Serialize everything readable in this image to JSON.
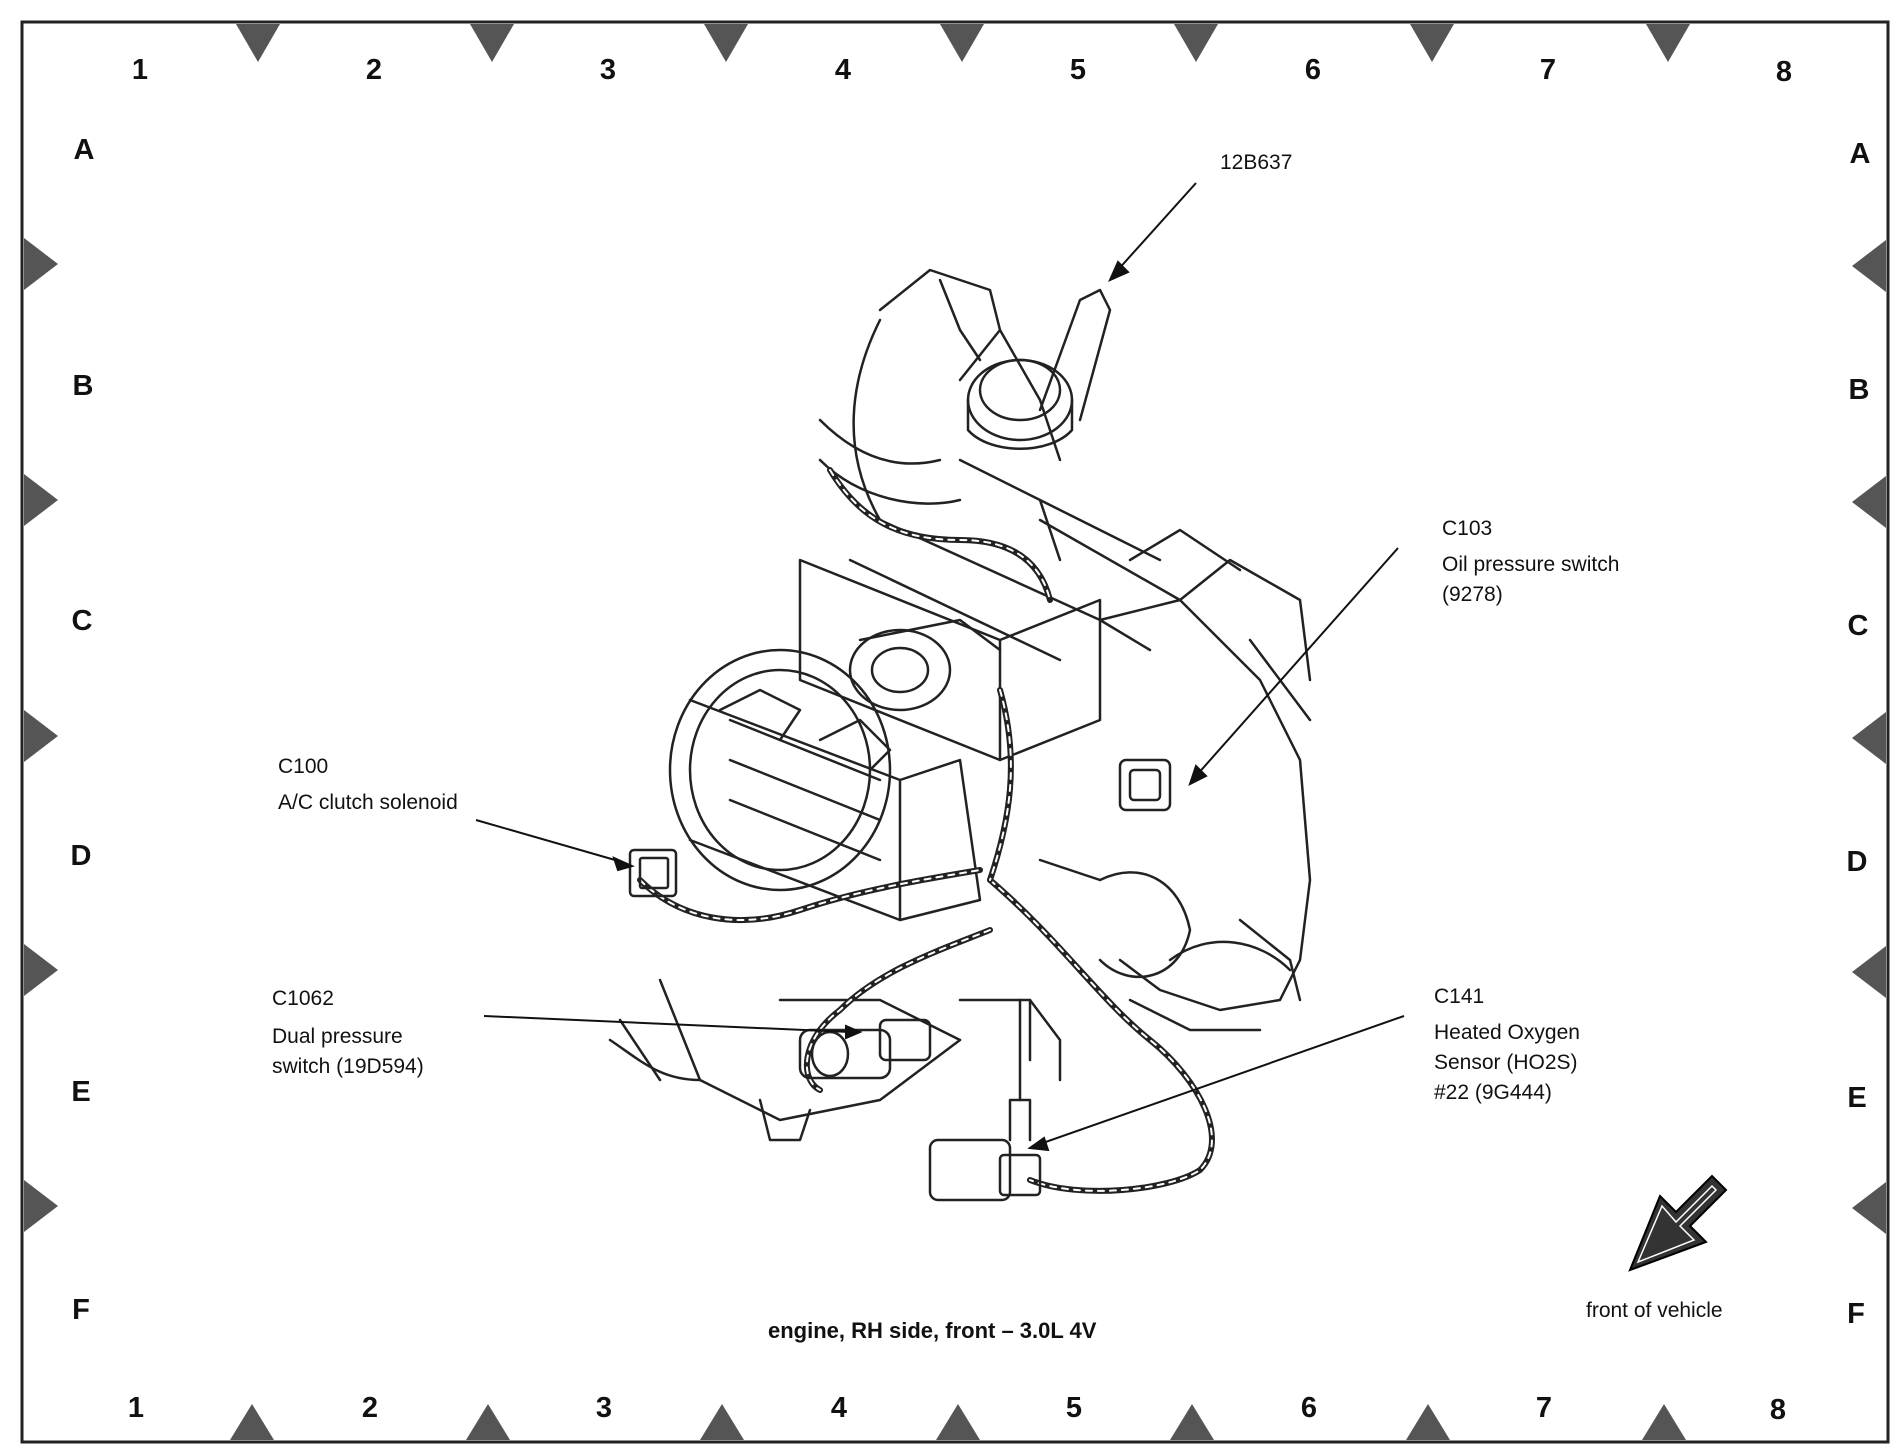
{
  "grid": {
    "columns": [
      "1",
      "2",
      "3",
      "4",
      "5",
      "6",
      "7",
      "8"
    ],
    "rows": [
      "A",
      "B",
      "C",
      "D",
      "E",
      "F"
    ]
  },
  "callouts": {
    "part_12b637": "12B637",
    "c103": {
      "code": "C103",
      "line1": "Oil pressure switch",
      "line2": "(9278)"
    },
    "c100": {
      "code": "C100",
      "line1": "A/C clutch solenoid"
    },
    "c1062": {
      "code": "C1062",
      "line1": "Dual pressure",
      "line2": "switch (19D594)"
    },
    "c141": {
      "code": "C141",
      "line1": "Heated Oxygen",
      "line2": "Sensor (HO2S)",
      "line3": "#22 (9G444)"
    }
  },
  "direction_label": "front of vehicle",
  "caption": "engine, RH side, front – 3.0L 4V"
}
